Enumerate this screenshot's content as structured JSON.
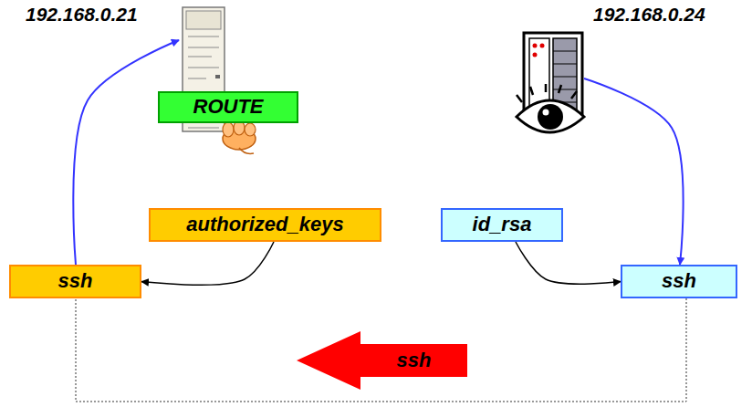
{
  "diagram": {
    "nodes": [
      {
        "text": [
          "192.168.0.21"
        ]
      },
      {
        "text": [
          "ROUTE"
        ]
      },
      {
        "text": [
          "192.168.0.24"
        ]
      },
      {
        "text": [
          "authorized_keys"
        ]
      },
      {
        "text": [
          "id_rsa"
        ]
      },
      {
        "text": [
          "ssh"
        ]
      },
      {
        "text": [
          "ssh"
        ]
      },
      {
        "text": [
          "ssh"
        ]
      }
    ],
    "edges": [
      {
        "from": 5,
        "to": 0,
        "arrow": "to"
      },
      {
        "from": 2,
        "to": 6,
        "arrow": "to"
      },
      {
        "from": 3,
        "to": 5,
        "arrow": "to"
      },
      {
        "from": 4,
        "to": 6,
        "arrow": "to"
      },
      {
        "from": 6,
        "to": 5,
        "arrow": "none"
      }
    ]
  }
}
